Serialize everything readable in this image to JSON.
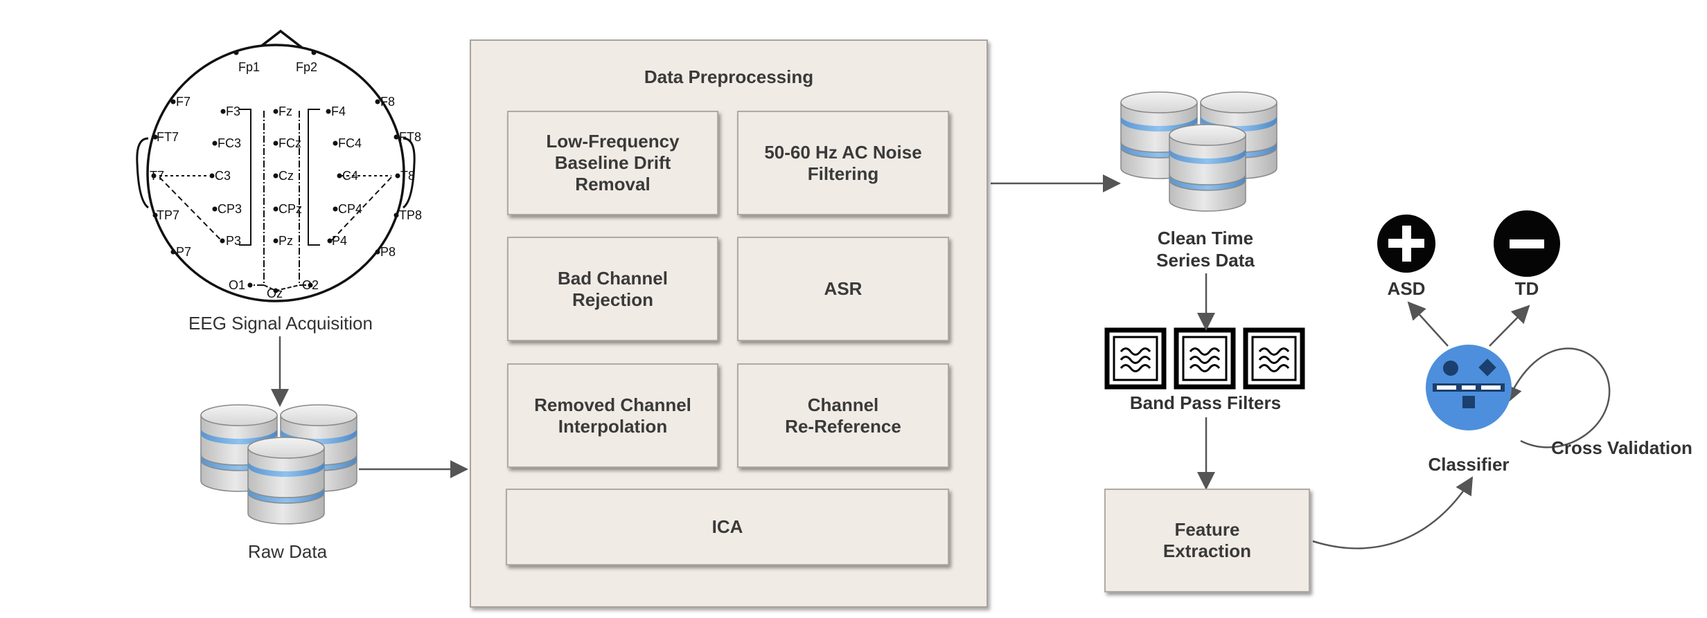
{
  "eeg": {
    "caption": "EEG Signal Acquisition",
    "electrodes": {
      "fp1": "Fp1",
      "fp2": "Fp2",
      "f7": "F7",
      "f3": "F3",
      "fz": "Fz",
      "f4": "F4",
      "f8": "F8",
      "ft7": "FT7",
      "fc3": "FC3",
      "fcz": "FCz",
      "fc4": "FC4",
      "ft8": "FT8",
      "t7": "T7",
      "c3": "C3",
      "cz": "Cz",
      "c4": "C4",
      "t8": "T8",
      "tp7": "TP7",
      "cp3": "CP3",
      "cpz": "CPz",
      "cp4": "CP4",
      "tp8": "TP8",
      "p7": "P7",
      "p3": "P3",
      "pz": "Pz",
      "p4": "P4",
      "p8": "P8",
      "o1": "O1",
      "oz": "Oz",
      "o2": "O2"
    }
  },
  "raw_data": {
    "label": "Raw Data"
  },
  "preprocessing": {
    "title": "Data Preprocessing",
    "steps": {
      "baseline": "Low-Frequency\nBaseline Drift\nRemoval",
      "ac_noise": "50-60 Hz AC Noise\nFiltering",
      "bad_channel": "Bad Channel\nRejection",
      "asr": "ASR",
      "interpolation": "Removed Channel\nInterpolation",
      "rereference": "Channel\nRe-Reference",
      "ica": "ICA"
    }
  },
  "clean_data": {
    "label": "Clean Time\nSeries Data"
  },
  "band_pass": {
    "label": "Band Pass Filters"
  },
  "feature_extraction": {
    "label": "Feature\nExtraction"
  },
  "classifier": {
    "label": "Classifier"
  },
  "cross_validation": {
    "label": "Cross Validation"
  },
  "outputs": {
    "asd": {
      "label": "ASD",
      "icon": "plus-icon"
    },
    "td": {
      "label": "TD",
      "icon": "minus-icon"
    }
  },
  "colors": {
    "box_fill": "#f1ebe5",
    "disk_blue": "#6aa7e0",
    "classifier_blue": "#4d8fdc",
    "arrow": "#555555"
  }
}
